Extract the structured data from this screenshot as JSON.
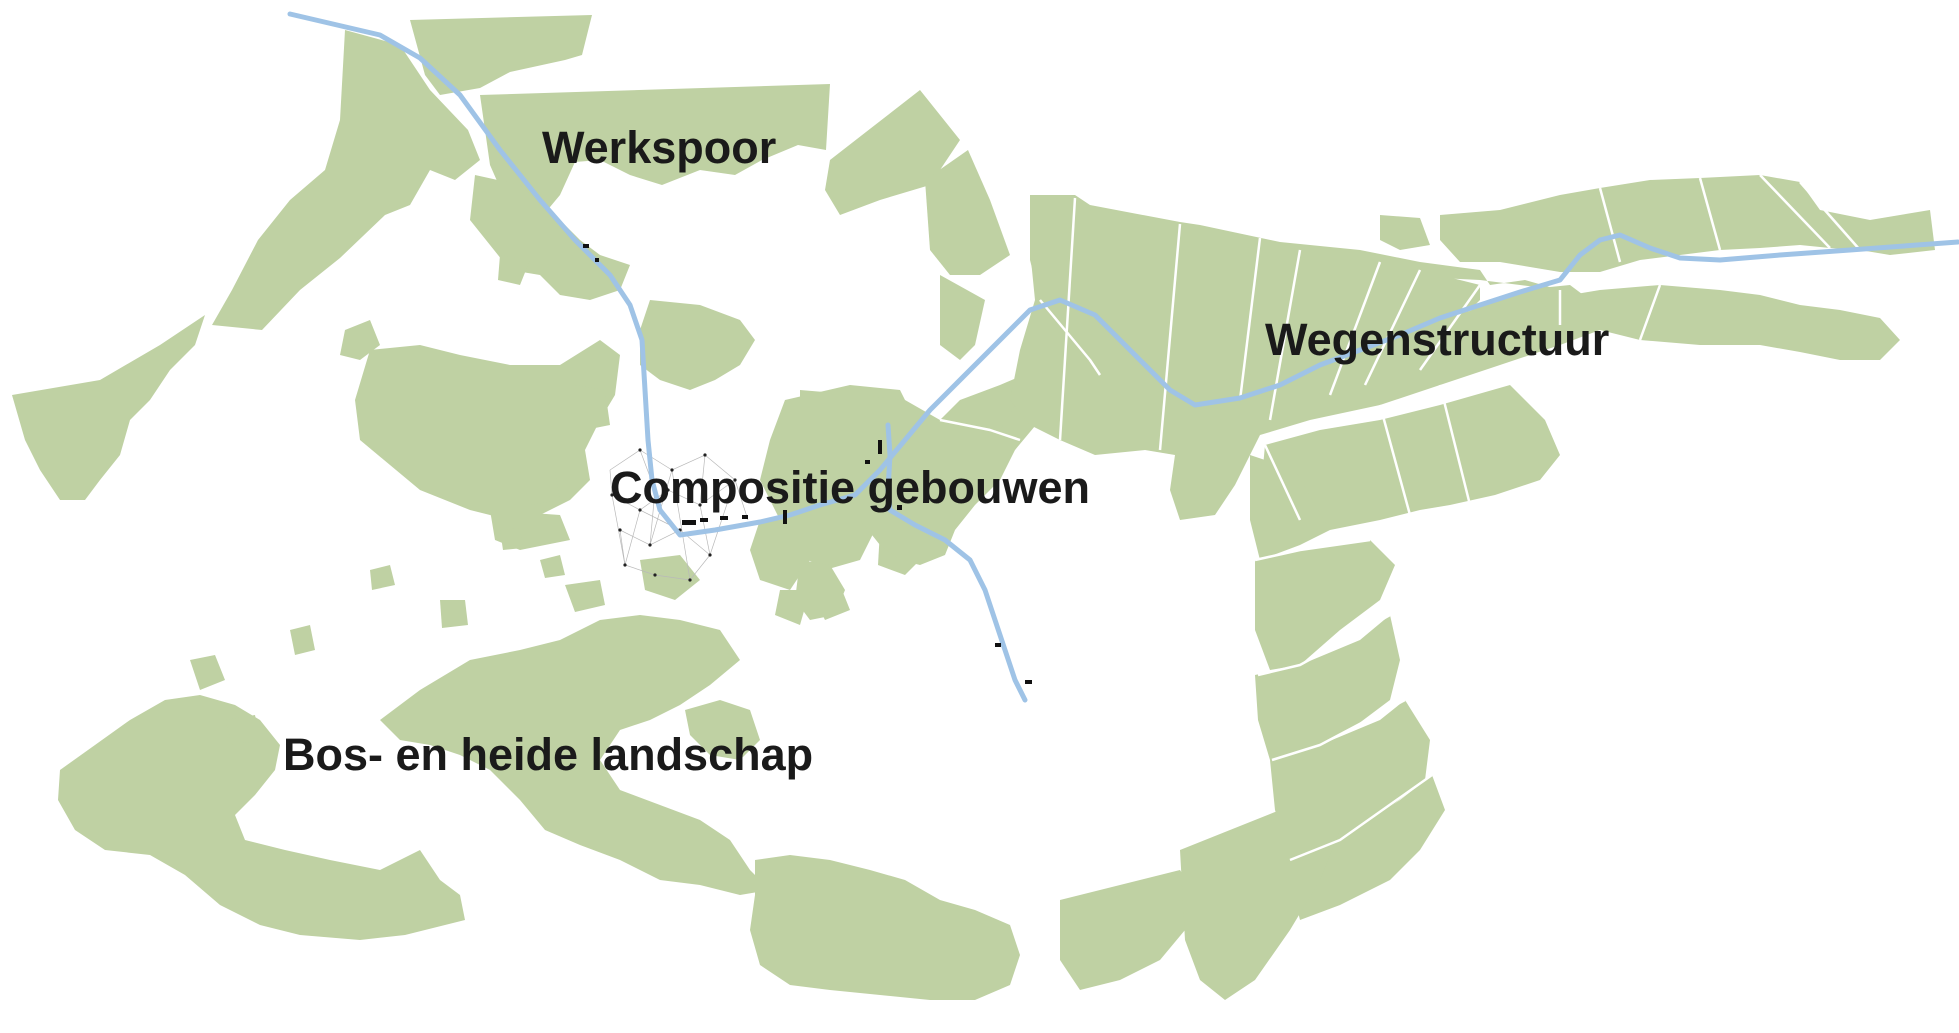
{
  "map": {
    "labels": {
      "werkspoor": "Werkspoor",
      "wegenstructuur": "Wegenstructuur",
      "compositie": "Compositie gebouwen",
      "bos": "Bos- en heide landschap"
    },
    "colors": {
      "vegetation": "#bfd1a3",
      "route": "#9fc3e6",
      "background": "#ffffff"
    }
  }
}
